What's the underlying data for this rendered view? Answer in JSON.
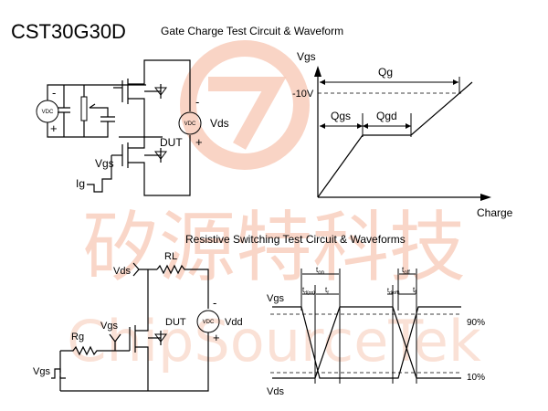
{
  "part_number": "CST30G30D",
  "gate_charge": {
    "title": "Gate Charge Test Circuit & Waveform",
    "vgs_label": "Vgs",
    "dut_label": "DUT",
    "ig_label": "Ig",
    "vds_label": "Vds",
    "source_vdc": "VDC",
    "supply_vdc": "VDC",
    "minus": "-",
    "plus": "+",
    "minus2": "-",
    "plus2": "+",
    "axis_y": "Vgs",
    "axis_x": "Charge",
    "level_label": "-10V",
    "qg_label": "Qg",
    "qgs_label": "Qgs",
    "qgd_label": "Qgd"
  },
  "resistive": {
    "title": "Resistive Switching Test Circuit & Waveforms",
    "vds_label": "Vds",
    "rl_label": "RL",
    "vgs_label": "Vgs",
    "dut_label": "DUT",
    "vdd_label": "Vdd",
    "rg_label": "Rg",
    "vgs_pulse_label": "Vgs",
    "supply_vdc": "VDC",
    "minus": "-",
    "plus": "+",
    "wave_vgs": "Vgs",
    "wave_vds": "Vds",
    "pct_90": "90%",
    "pct_10": "10%",
    "ton": "t",
    "ton_sub": "on",
    "tdon": "t",
    "tdon_sub": "d(on)",
    "tr": "t",
    "tr_sub": "r",
    "toff": "t",
    "toff_sub": "off",
    "tdoff": "t",
    "tdoff_sub": "d(off)",
    "tf": "t",
    "tf_sub": "f"
  },
  "watermark": {
    "cn": "矽源特科技",
    "en": "ChipSourceTek"
  },
  "colors": {
    "watermark": "#f7c9b6",
    "line": "#000000"
  }
}
